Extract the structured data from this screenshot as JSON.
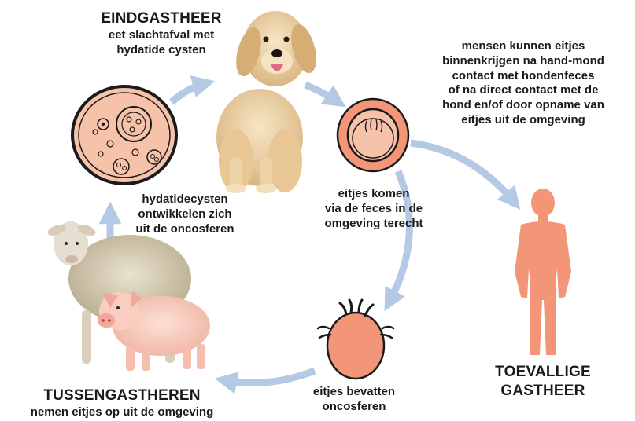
{
  "definitive_host": {
    "title": "EINDGASTHEER",
    "description_line1": "eet slachtafval met",
    "description_line2": "hydatide cysten"
  },
  "human_infection": {
    "line1": "mensen kunnen eitjes",
    "line2": "binnenkrijgen na hand-mond",
    "line3": "contact met hondenfeces",
    "line4": "of na direct contact met de",
    "line5": "hond en/of door opname van",
    "line6": "eitjes uit de omgeving"
  },
  "cysts_develop": {
    "line1": "hydatidecysten",
    "line2": "ontwikkelen zich",
    "line3": "uit de oncosferen"
  },
  "eggs_excreted": {
    "line1": "eitjes komen",
    "line2": "via de feces in de",
    "line3": "omgeving terecht"
  },
  "eggs_contain": {
    "line1": "eitjes bevatten",
    "line2": "oncosferen"
  },
  "intermediate_hosts": {
    "title": "TUSSENGASTHEREN",
    "description": "nemen eitjes op uit de omgeving"
  },
  "accidental_host": {
    "title_line1": "TOEVALLIGE",
    "title_line2": "GASTHEER"
  },
  "colors": {
    "arrow": "#b3c9e4",
    "salmon": "#f39677",
    "salmon_dark": "#1a1a1a",
    "cyst_fill": "#f6c2aa",
    "text": "#1a1a1a"
  },
  "icons": [
    "dog-illustration",
    "egg-illustration",
    "oncosphere-illustration",
    "sheep-illustration",
    "pig-illustration",
    "human-silhouette",
    "hydatid-cyst-illustration"
  ]
}
